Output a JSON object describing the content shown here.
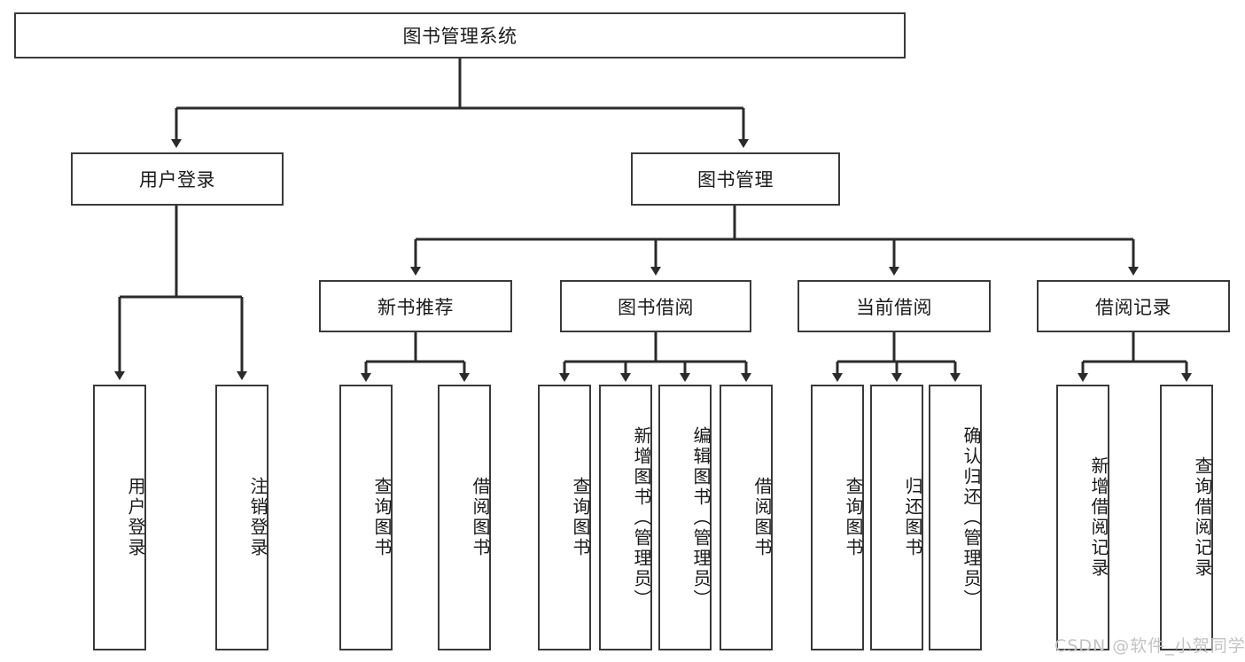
{
  "diagram": {
    "title": "图书管理系统",
    "watermark": "CSDN @软件_小贺同学",
    "colors": {
      "box_border": "#3a3a3a",
      "line": "#2b2b2b",
      "background": "#ffffff",
      "text": "#1a1a1a",
      "watermark": "#c3c3c3"
    },
    "nodes": {
      "root": {
        "label": "图书管理系统"
      },
      "level1": [
        {
          "id": "user-login",
          "label": "用户登录"
        },
        {
          "id": "book-manage",
          "label": "图书管理"
        }
      ],
      "level2": [
        {
          "id": "new-book-rec",
          "label": "新书推荐"
        },
        {
          "id": "book-borrow",
          "label": "图书借阅"
        },
        {
          "id": "current-borrow",
          "label": "当前借阅"
        },
        {
          "id": "borrow-record",
          "label": "借阅记录"
        }
      ],
      "leaves": {
        "user-login": [
          {
            "id": "leaf-user-login",
            "label": "用户登录"
          },
          {
            "id": "leaf-logout",
            "label": "注销登录"
          }
        ],
        "new-book-rec": [
          {
            "id": "leaf-query-book-1",
            "label": "查询图书"
          },
          {
            "id": "leaf-borrow-book-1",
            "label": "借阅图书"
          }
        ],
        "book-borrow": [
          {
            "id": "leaf-query-book-2",
            "label": "查询图书"
          },
          {
            "id": "leaf-add-book",
            "label": "新增图书（管理员）"
          },
          {
            "id": "leaf-edit-book",
            "label": "编辑图书（管理员）"
          },
          {
            "id": "leaf-borrow-book-2",
            "label": "借阅图书"
          }
        ],
        "current-borrow": [
          {
            "id": "leaf-query-book-3",
            "label": "查询图书"
          },
          {
            "id": "leaf-return-book",
            "label": "归还图书"
          },
          {
            "id": "leaf-confirm-return",
            "label": "确认归还（管理员）"
          }
        ],
        "borrow-record": [
          {
            "id": "leaf-add-record",
            "label": "新增借阅记录"
          },
          {
            "id": "leaf-query-record",
            "label": "查询借阅记录"
          }
        ]
      }
    }
  }
}
